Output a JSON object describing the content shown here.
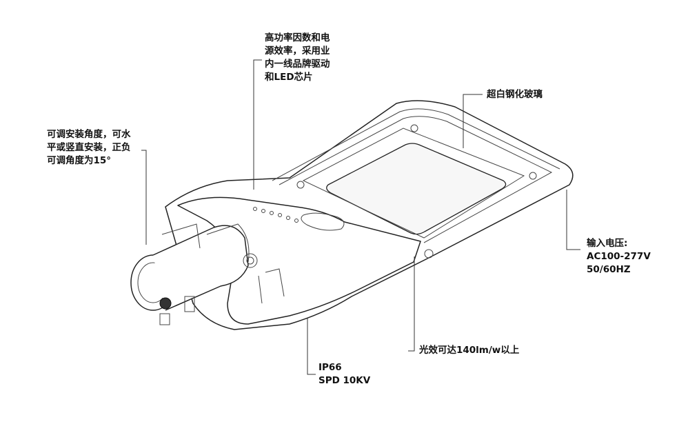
{
  "annotations": {
    "driver": "高功率因数和电\n源效率，采用业\n内一线品牌驱动\n和LED芯片",
    "angle": "可调安装角度，可水\n平或竖直安装，正负\n可调角度为15°",
    "glass": "超白钢化玻璃",
    "input": "输入电压:\nAC100-277V\n50/60HZ",
    "efficacy": "光效可达140lm/w以上",
    "protection": "IP66\nSPD 10KV"
  }
}
